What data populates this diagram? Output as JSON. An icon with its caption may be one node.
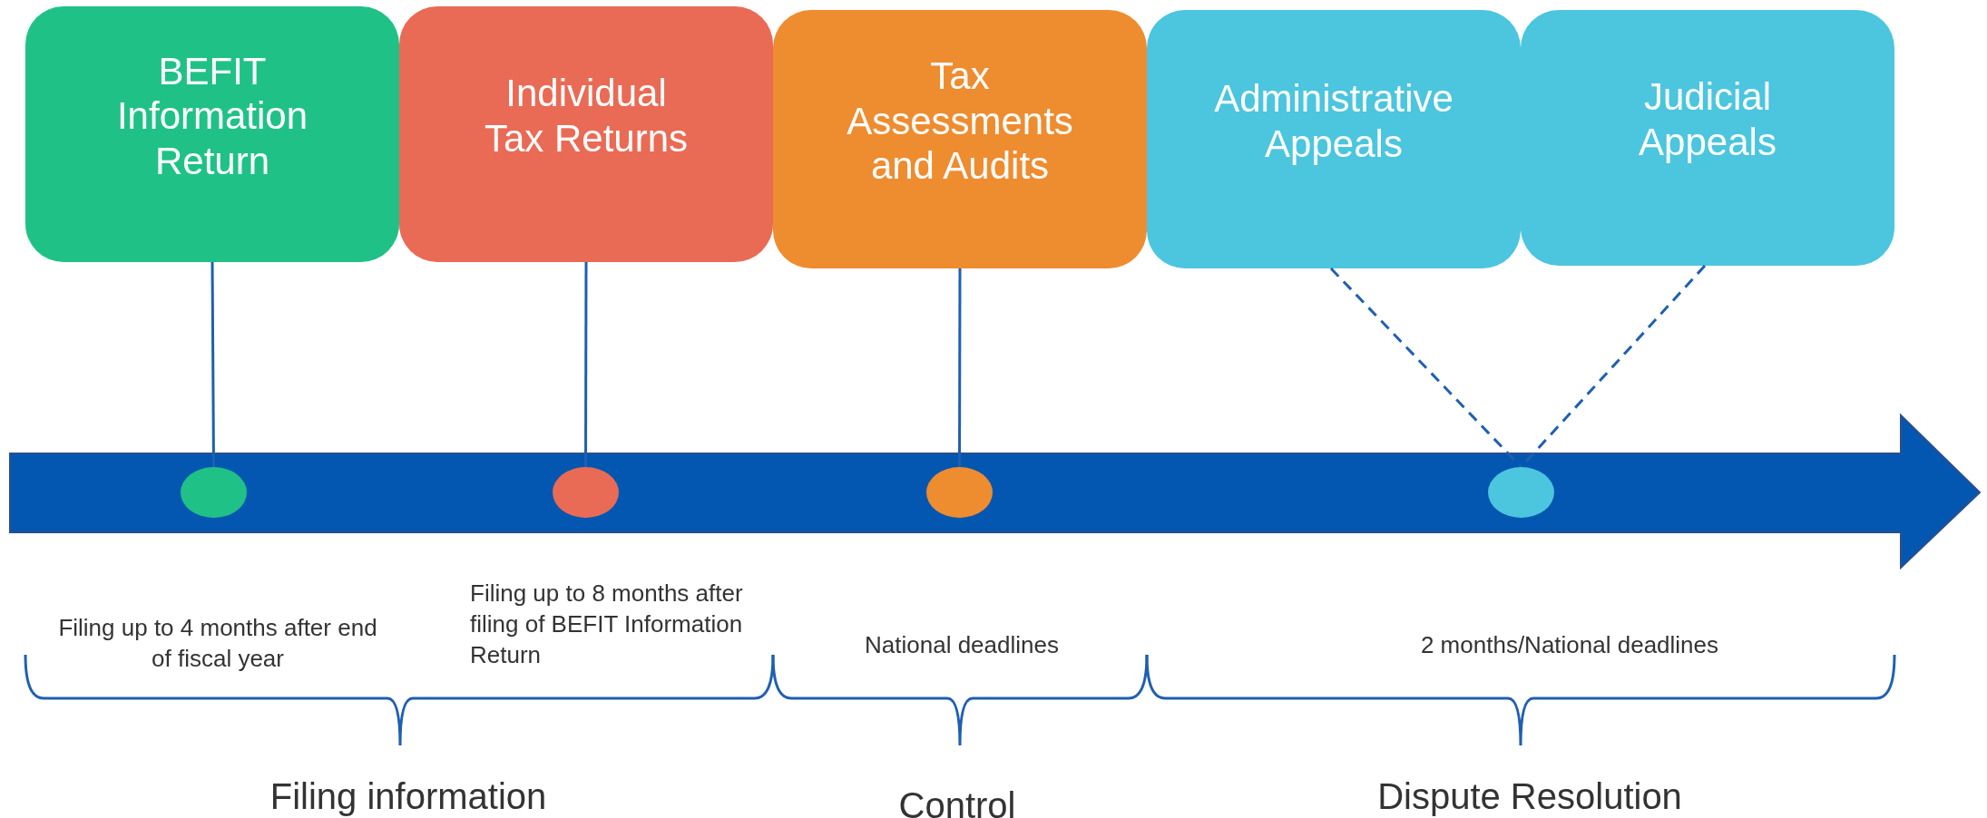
{
  "diagram": {
    "nodes": [
      {
        "text": [
          "BEFIT Information Return"
        ]
      },
      {
        "text": [
          "Individual Tax Returns"
        ]
      },
      {
        "text": [
          "Tax Assessments and Audits"
        ]
      },
      {
        "text": [
          "Administrative Appeals"
        ]
      },
      {
        "text": [
          "Judicial Appeals"
        ]
      },
      {
        "text": [],
        "shape": "circle"
      },
      {
        "text": [],
        "shape": "circle"
      },
      {
        "text": [],
        "shape": "circle"
      },
      {
        "text": [],
        "shape": "circle"
      }
    ],
    "edges": [
      {
        "from": 0,
        "to": 5,
        "arrow": "none"
      },
      {
        "from": 1,
        "to": 6,
        "arrow": "none"
      },
      {
        "from": 2,
        "to": 7,
        "arrow": "none"
      },
      {
        "from": 3,
        "to": 8,
        "arrow": "none",
        "style": "dashed"
      },
      {
        "from": 4,
        "to": 8,
        "arrow": "none",
        "style": "dashed"
      }
    ],
    "labels": [
      "Filing up to 4 months after end of fiscal year",
      "Filing up to 8 months after filing of BEFIT Information Return",
      "National deadlines",
      "2 months/National deadlines",
      "Filing information",
      "Control",
      "Dispute Resolution"
    ]
  }
}
